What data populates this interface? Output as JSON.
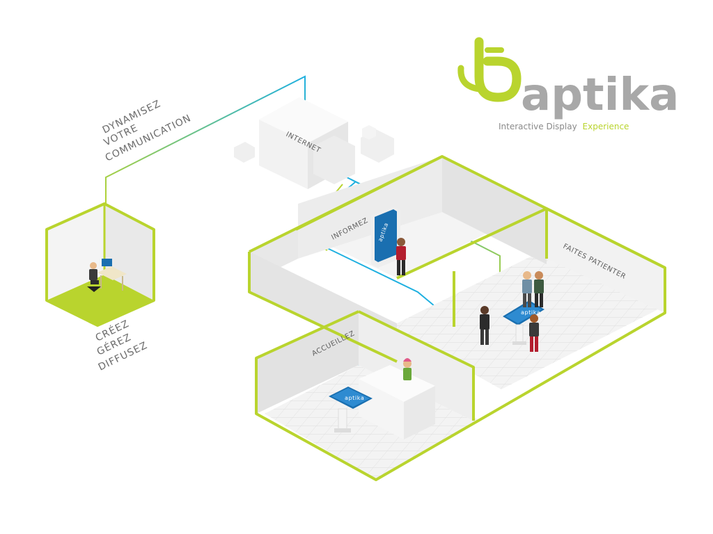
{
  "brand": {
    "name": "aptika",
    "tagline_main": "Interactive Display",
    "tagline_accent": "Experience",
    "accent_color": "#b9d42e",
    "grey_color": "#a8a8a8"
  },
  "labels": {
    "dynamise": [
      "DYNAMISEZ",
      "VOTRE",
      "COMMUNICATION"
    ],
    "create": [
      "CRÉEZ",
      "GÉREZ",
      "DIFFUSEZ"
    ],
    "internet": "INTERNET",
    "informez": "INFORMEZ",
    "faites": "FAITES PATIENTER",
    "accueillez": "ACCUEILLEZ"
  },
  "screens": {
    "logo_text": "aptika"
  },
  "colors": {
    "line_cyan": "#1fb0e0",
    "line_green": "#b9d42e",
    "wall": "#e7e7e7",
    "floor": "#f1f1f1"
  },
  "icons": [
    "aptika-hand-logo-icon"
  ]
}
